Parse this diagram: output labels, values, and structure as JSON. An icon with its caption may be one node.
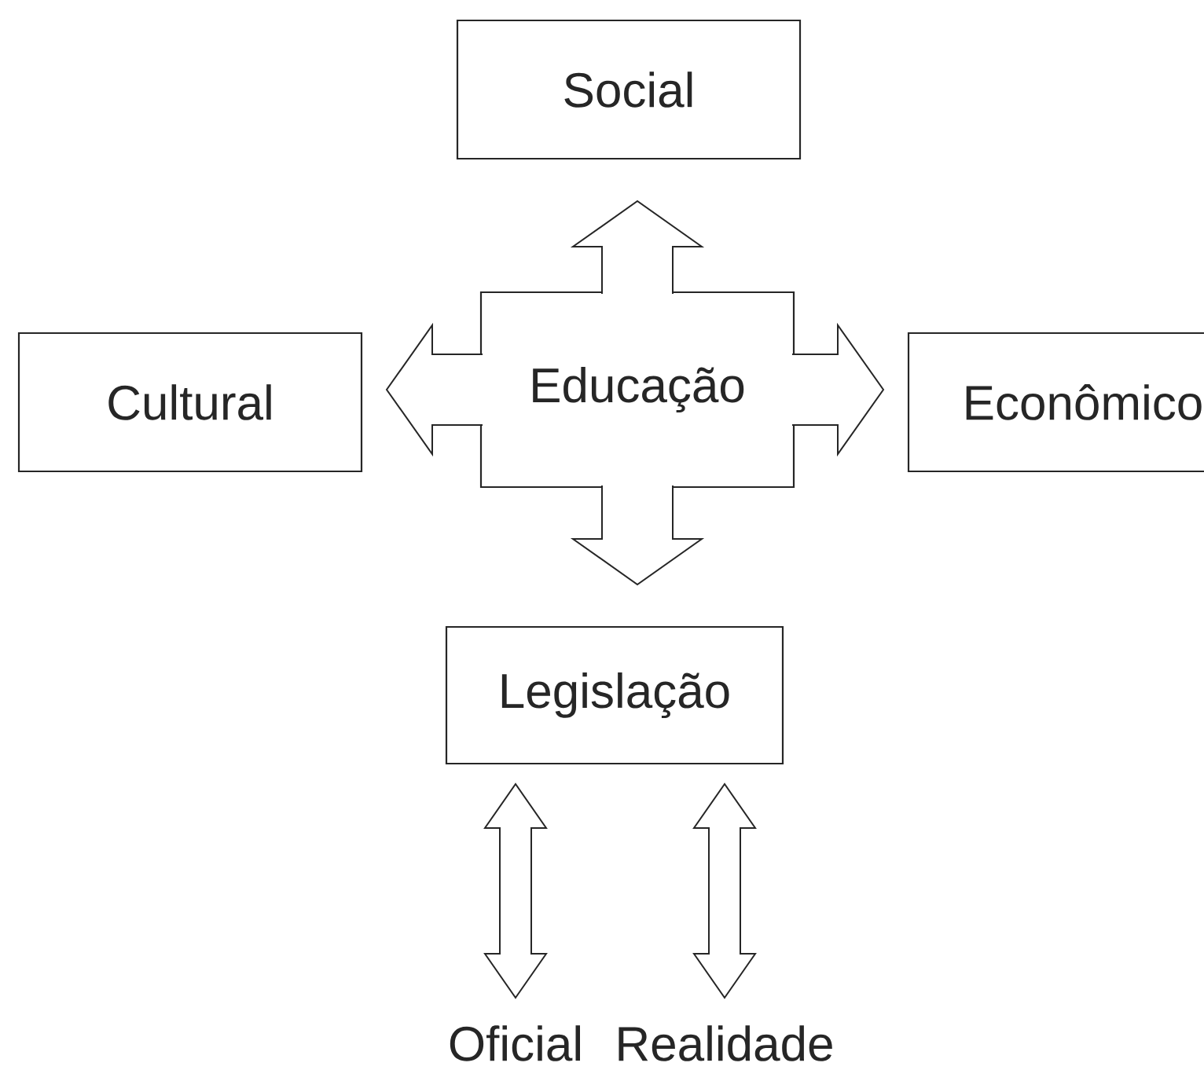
{
  "diagram": {
    "nodes": [
      {
        "text": [
          "Social"
        ]
      },
      {
        "text": [
          "Cultural"
        ]
      },
      {
        "text": [
          "Educação"
        ]
      },
      {
        "text": [
          "Econômico"
        ]
      },
      {
        "text": [
          "Legislação"
        ]
      },
      {
        "text": [
          "Oficial"
        ]
      },
      {
        "text": [
          "Realidade"
        ]
      }
    ],
    "edges": [
      {
        "from": 2,
        "to": 0,
        "arrow": "to"
      },
      {
        "from": 2,
        "to": 1,
        "arrow": "to"
      },
      {
        "from": 2,
        "to": 3,
        "arrow": "to"
      },
      {
        "from": 2,
        "to": 4,
        "arrow": "to"
      },
      {
        "from": 5,
        "to": 4,
        "arrow": "both"
      },
      {
        "from": 6,
        "to": 4,
        "arrow": "both"
      }
    ]
  }
}
